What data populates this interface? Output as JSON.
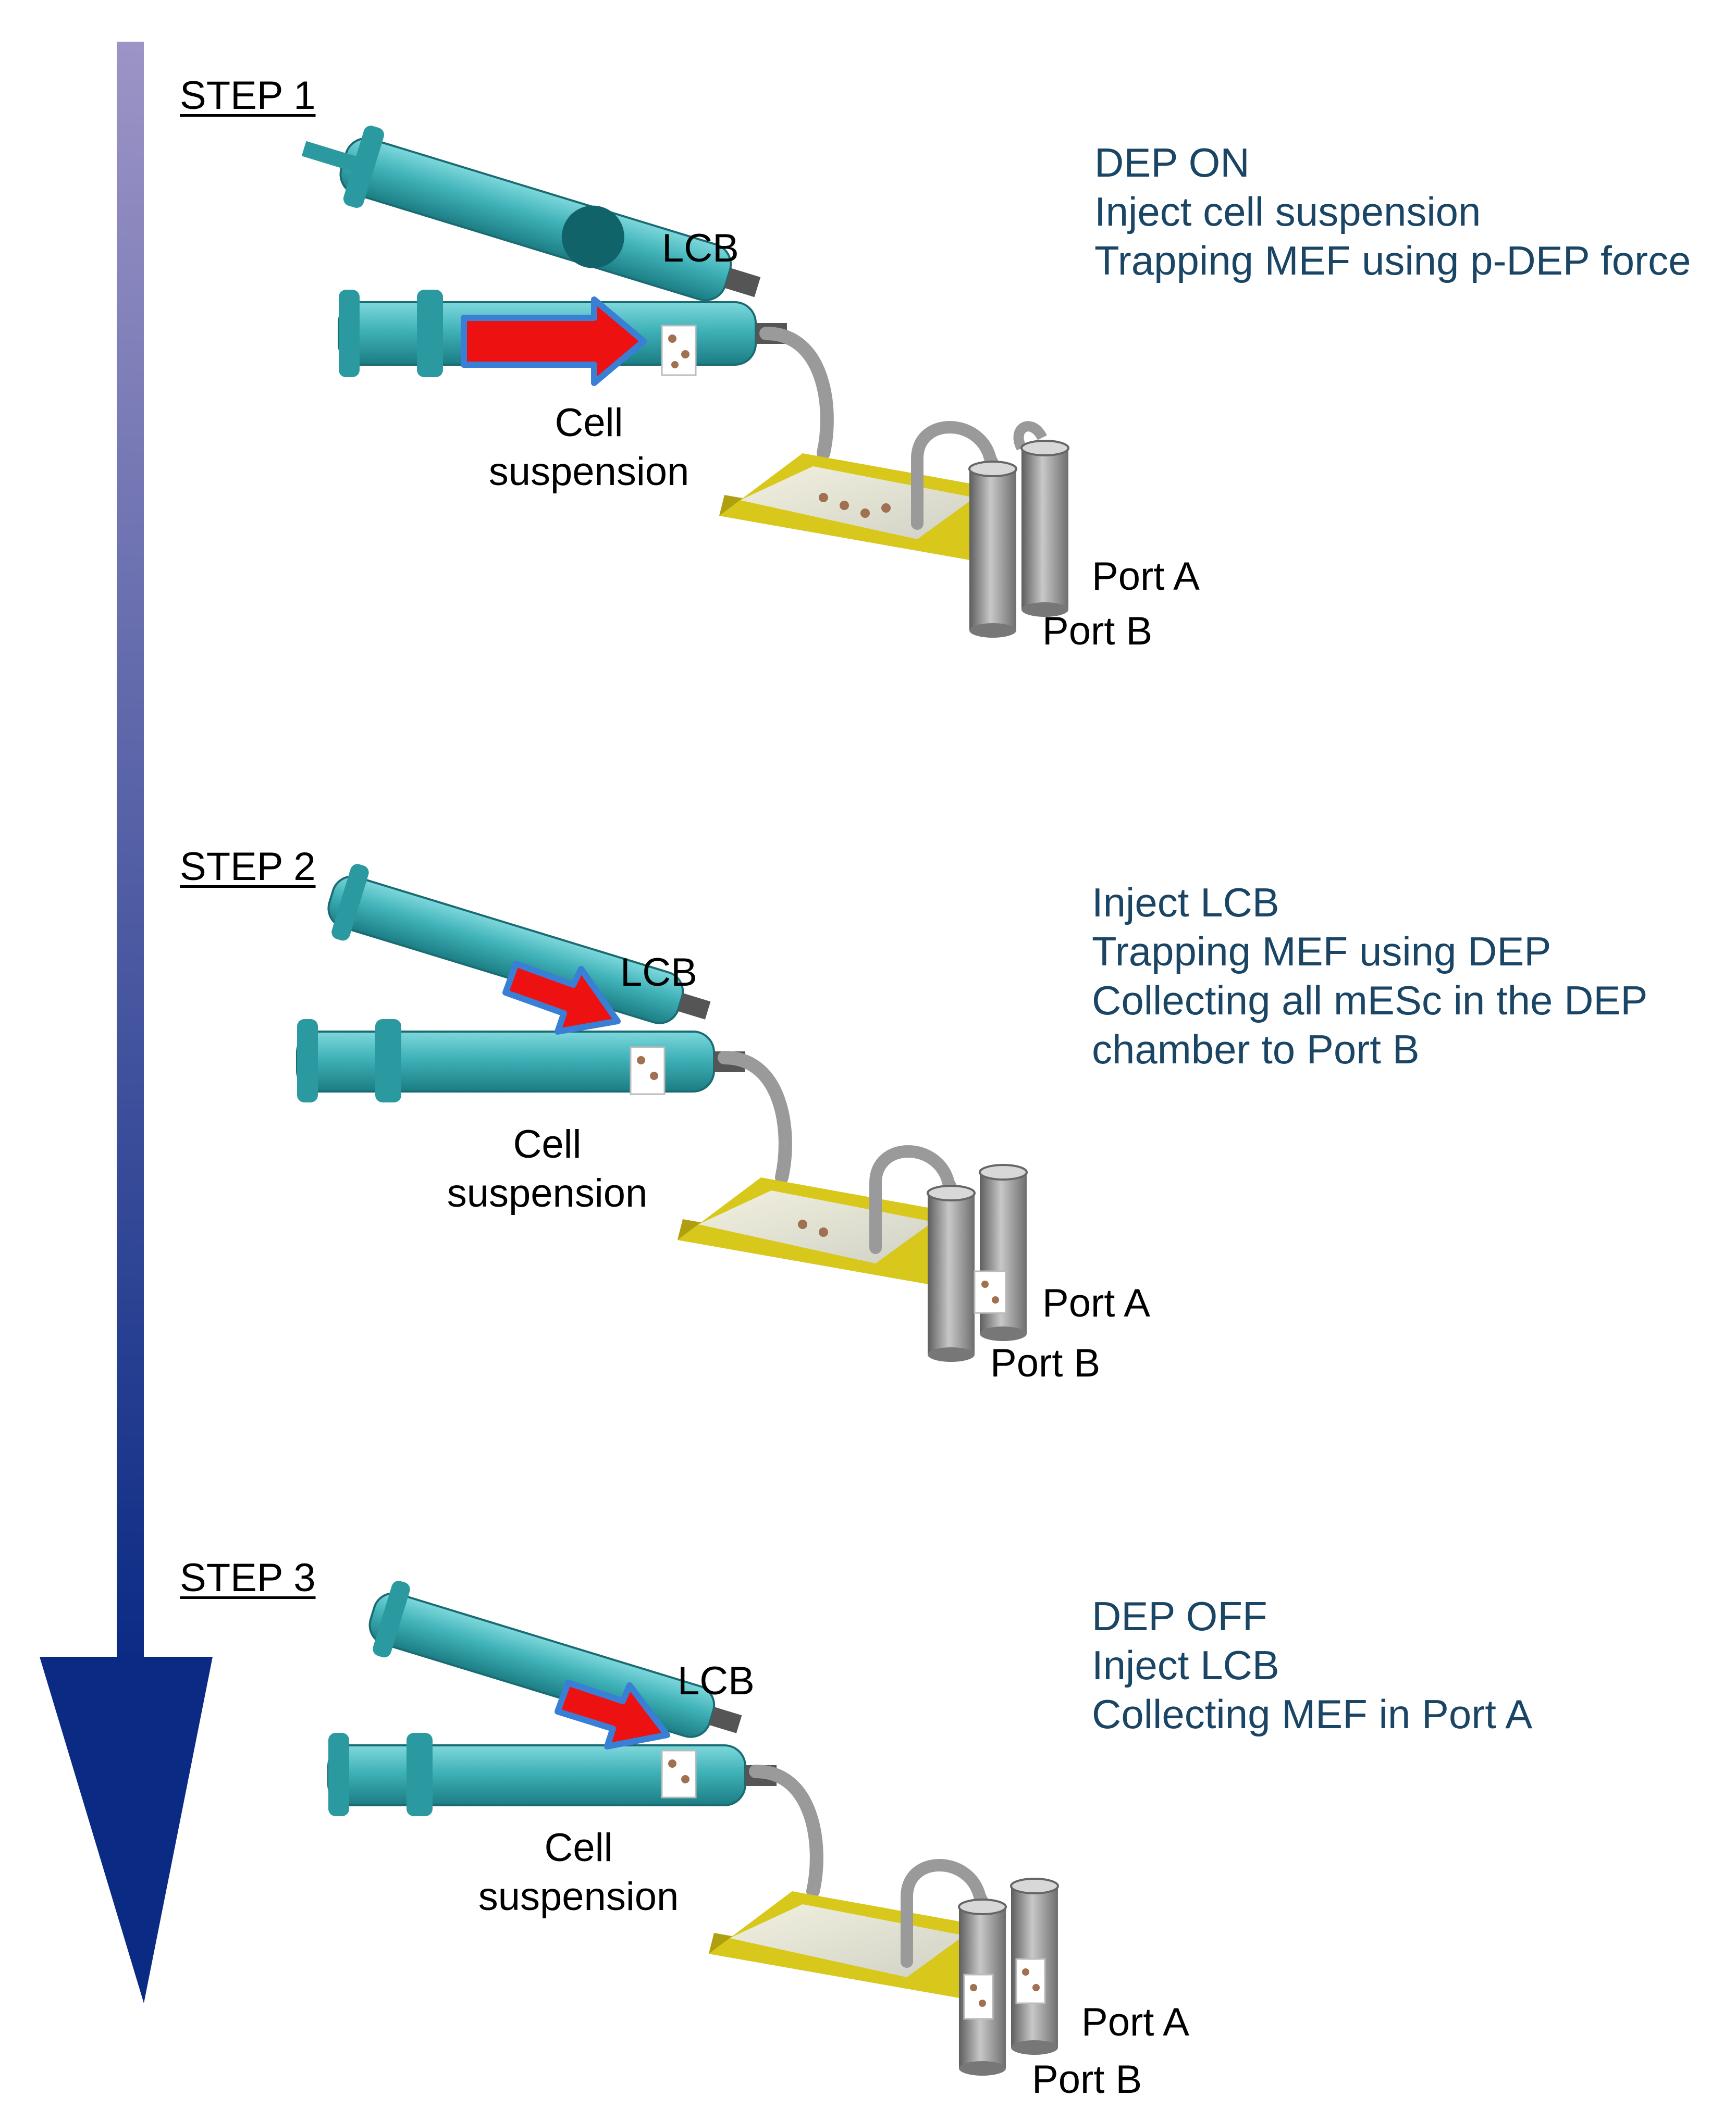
{
  "colors": {
    "syringe": "#3fb2b8",
    "arrow_fill": "#ee1111",
    "arrow_outline": "#3a7fd6",
    "chip": "#d9c81c",
    "tube": "#8a8a8a",
    "note_text": "#1a4565",
    "timeline_top": "#9c94c6",
    "timeline_bottom": "#0a2a84"
  },
  "steps": [
    {
      "title": "STEP 1",
      "notes": [
        "DEP ON",
        "Inject cell suspension",
        "Trapping MEF using p-DEP force"
      ],
      "labels": {
        "lcb": "LCB",
        "cell": "Cell",
        "suspension": "suspension",
        "port_a": "Port  A",
        "port_b": "Port B"
      }
    },
    {
      "title": "STEP 2",
      "notes": [
        "Inject LCB",
        "Trapping  MEF using DEP",
        "Collecting all mESc in the DEP",
        "chamber to Port B"
      ],
      "labels": {
        "lcb": "LCB",
        "cell": "Cell",
        "suspension": "suspension",
        "port_a": "Port  A",
        "port_b": "Port B"
      }
    },
    {
      "title": "STEP 3",
      "notes": [
        "DEP OFF",
        "Inject LCB",
        "Collecting MEF in Port A"
      ],
      "labels": {
        "lcb": "LCB",
        "cell": "Cell",
        "suspension": "suspension",
        "port_a": "Port  A",
        "port_b": "Port B"
      }
    }
  ]
}
